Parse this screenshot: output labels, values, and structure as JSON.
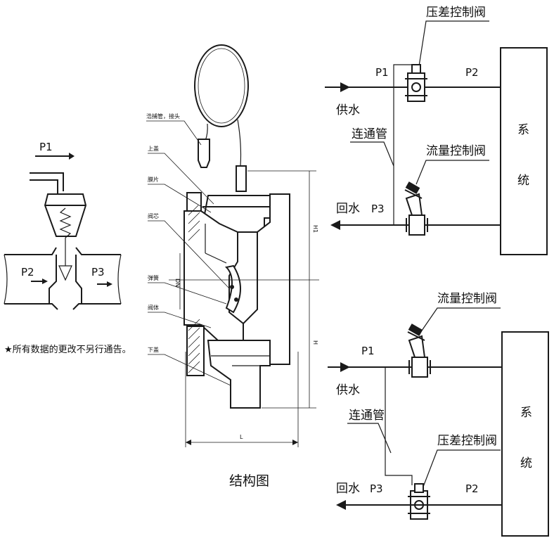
{
  "left_diagram": {
    "p1": "P1",
    "p2": "P2",
    "p3": "P3",
    "note": "★所有数据的更改不另行通告。"
  },
  "structure": {
    "caption": "结构图",
    "parts": {
      "capillary": "浩捕管，接头",
      "upper_cover": "上盖",
      "membrane": "膜片",
      "valve_core": "阀芯",
      "spring": "弹簧",
      "valve_body": "阀体",
      "lower_cover": "下盖"
    },
    "dims": {
      "h1": "H1",
      "h": "H",
      "dn": "DN",
      "l": "L"
    }
  },
  "top_system": {
    "diff_valve": "压差控制阀",
    "flow_valve": "流量控制阀",
    "supply": "供水",
    "bypass": "连通管",
    "return": "回水",
    "p1": "P1",
    "p2": "P2",
    "p3": "P3",
    "system": [
      "系",
      "统"
    ]
  },
  "bottom_system": {
    "flow_valve": "流量控制阀",
    "diff_valve": "压差控制阀",
    "supply": "供水",
    "bypass": "连通管",
    "return": "回水",
    "p1": "P1",
    "p2": "P2",
    "p3": "P3",
    "system": [
      "系",
      "统"
    ]
  }
}
